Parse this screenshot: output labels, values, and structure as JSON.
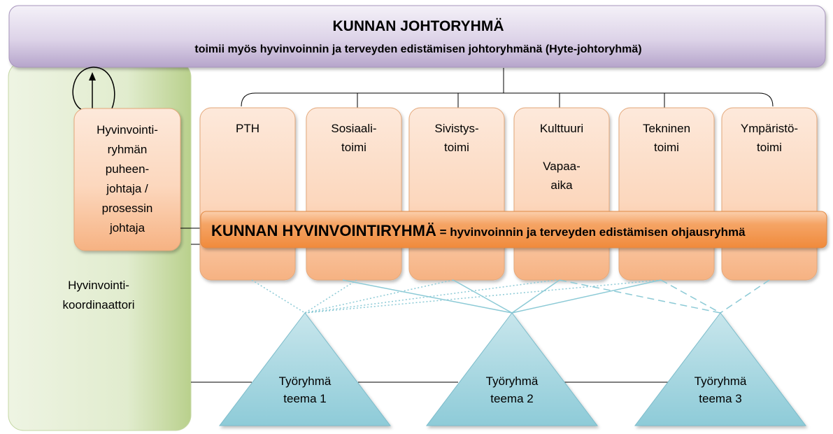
{
  "header": {
    "title": "KUNNAN JOHTORYHMÄ",
    "subtitle": "toimii myös hyvinvoinnin ja terveyden edistämisen johtoryhmänä (Hyte-johtoryhmä)"
  },
  "chair_box": {
    "lines": [
      "Hyvinvointi-",
      "ryhmän",
      "puheen-",
      "johtaja /",
      "prosessin",
      "johtaja"
    ]
  },
  "coordinator": {
    "lines": [
      "Hyvinvointi-",
      "koordinaattori"
    ]
  },
  "sectors": [
    {
      "lines": [
        "PTH"
      ]
    },
    {
      "lines": [
        "Sosiaali-",
        "toimi"
      ]
    },
    {
      "lines": [
        "Sivistys-",
        "toimi"
      ]
    },
    {
      "lines": [
        "Kulttuuri",
        "",
        "Vapaa-",
        "aika"
      ]
    },
    {
      "lines": [
        "Tekninen",
        "toimi"
      ]
    },
    {
      "lines": [
        "Ympäristö-",
        "toimi"
      ]
    }
  ],
  "wellbeing_group": {
    "title": "KUNNAN HYVINVOINTIRYHMÄ",
    "rest": " = hyvinvoinnin ja terveyden edistämisen ohjausryhmä"
  },
  "working_groups": [
    {
      "lines": [
        "Työryhmä",
        "teema 1"
      ]
    },
    {
      "lines": [
        "Työryhmä",
        "teema 2"
      ]
    },
    {
      "lines": [
        "Työryhmä",
        "teema 3"
      ]
    }
  ],
  "colors": {
    "header_fill": "#cbbedb",
    "side_fill": "#dbe8c4",
    "box_fill": "#fbd3b4",
    "band_fill": "#f59a55",
    "triangle_fill": "#9fd3df",
    "connector": "#8ccad6"
  }
}
